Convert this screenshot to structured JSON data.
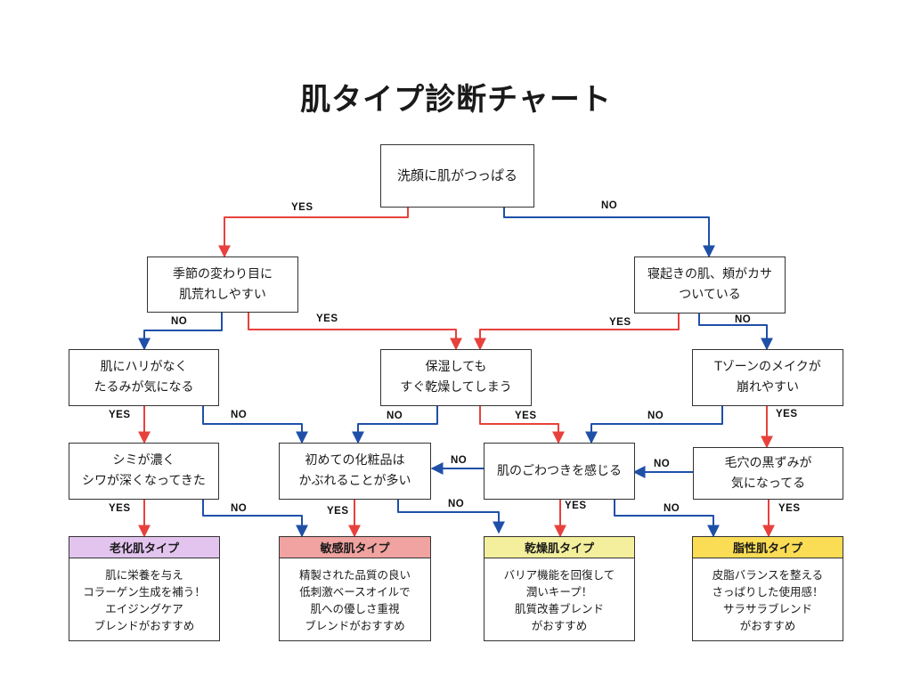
{
  "title": "肌タイプ診断チャート",
  "colors": {
    "yes": "#e8413c",
    "no": "#1f50a8"
  },
  "labels": {
    "yes": "YES",
    "no": "NO"
  },
  "questions": {
    "q1": [
      "洗顔に肌がつっぱる"
    ],
    "q2": [
      "季節の変わり目に",
      "肌荒れしやすい"
    ],
    "q3": [
      "寝起きの肌、頬がカサ",
      "ついている"
    ],
    "q4": [
      "肌にハリがなく",
      "たるみが気になる"
    ],
    "q5": [
      "保湿しても",
      "すぐ乾燥してしまう"
    ],
    "q6": [
      "Tゾーンのメイクが",
      "崩れやすい"
    ],
    "q7": [
      "シミが濃く",
      "シワが深くなってきた"
    ],
    "q8": [
      "初めての化粧品は",
      "かぶれることが多い"
    ],
    "q9": [
      "肌のごわつきを感じる"
    ],
    "q10": [
      "毛穴の黒ずみが",
      "気になってる"
    ]
  },
  "results": {
    "aging": {
      "title": "老化肌タイプ",
      "color": "#e3c4ef",
      "lines": [
        "肌に栄養を与え",
        "コラーゲン生成を補う！",
        "エイジングケア",
        "ブレンドがおすすめ"
      ]
    },
    "sensitive": {
      "title": "敏感肌タイプ",
      "color": "#f0a3a0",
      "lines": [
        "精製された品質の良い",
        "低刺激ベースオイルで",
        "肌への優しさ重視",
        "ブレンドがおすすめ"
      ]
    },
    "dry": {
      "title": "乾燥肌タイプ",
      "color": "#f3ef9c",
      "lines": [
        "バリア機能を回復して",
        "潤いキープ！",
        "肌質改善ブレンド",
        "がおすすめ"
      ]
    },
    "oily": {
      "title": "脂性肌タイプ",
      "color": "#fbdc55",
      "lines": [
        "皮脂バランスを整える",
        "さっぱりした使用感！",
        "サラサラブレンド",
        "がおすすめ"
      ]
    }
  }
}
